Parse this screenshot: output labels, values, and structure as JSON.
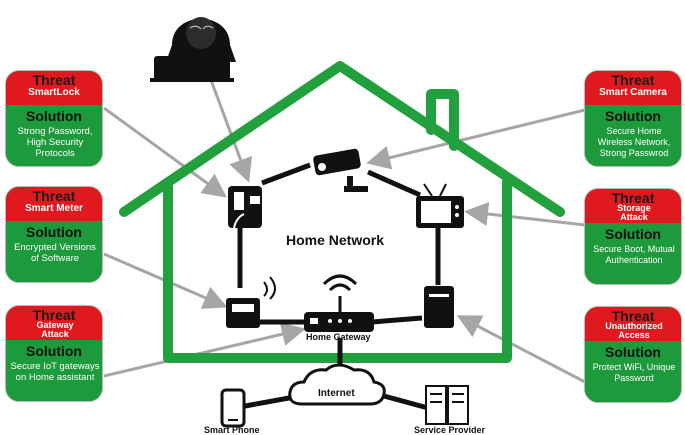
{
  "center_label": "Home Network",
  "gateway_label": "Home Gateway",
  "internet_label": "Internet",
  "phone_label": "Smart Phone",
  "provider_label": "Service Provider",
  "cards": [
    {
      "id": "smartlock",
      "threat": "Threat",
      "target": "SmartLock",
      "solution": "Solution",
      "text": "Strong Password, High Security Protocols"
    },
    {
      "id": "smartmeter",
      "threat": "Threat",
      "target": "Smart Meter",
      "solution": "Solution",
      "text": "Encrypted Versions of Software"
    },
    {
      "id": "gateway",
      "threat": "Threat",
      "target": "Gateway Attack",
      "solution": "Solution",
      "text": "Secure IoT gateways on Home assistant"
    },
    {
      "id": "camera",
      "threat": "Threat",
      "target": "Smart Camera",
      "solution": "Solution",
      "text": "Secure Home Wireless Network, Strong Passwrod"
    },
    {
      "id": "storage",
      "threat": "Threat",
      "target": "Storage Attack",
      "solution": "Solution",
      "text": "Secure Boot, Mutual Authentication"
    },
    {
      "id": "unauth",
      "threat": "Threat",
      "target": "Unauthorized Access",
      "solution": "Solution",
      "text": "Protect WiFi, Unique Password"
    }
  ],
  "colors": {
    "threat": "#e0191f",
    "solution": "#1c9a3c",
    "house": "#22a03e",
    "arrow": "#a6a6a6"
  }
}
